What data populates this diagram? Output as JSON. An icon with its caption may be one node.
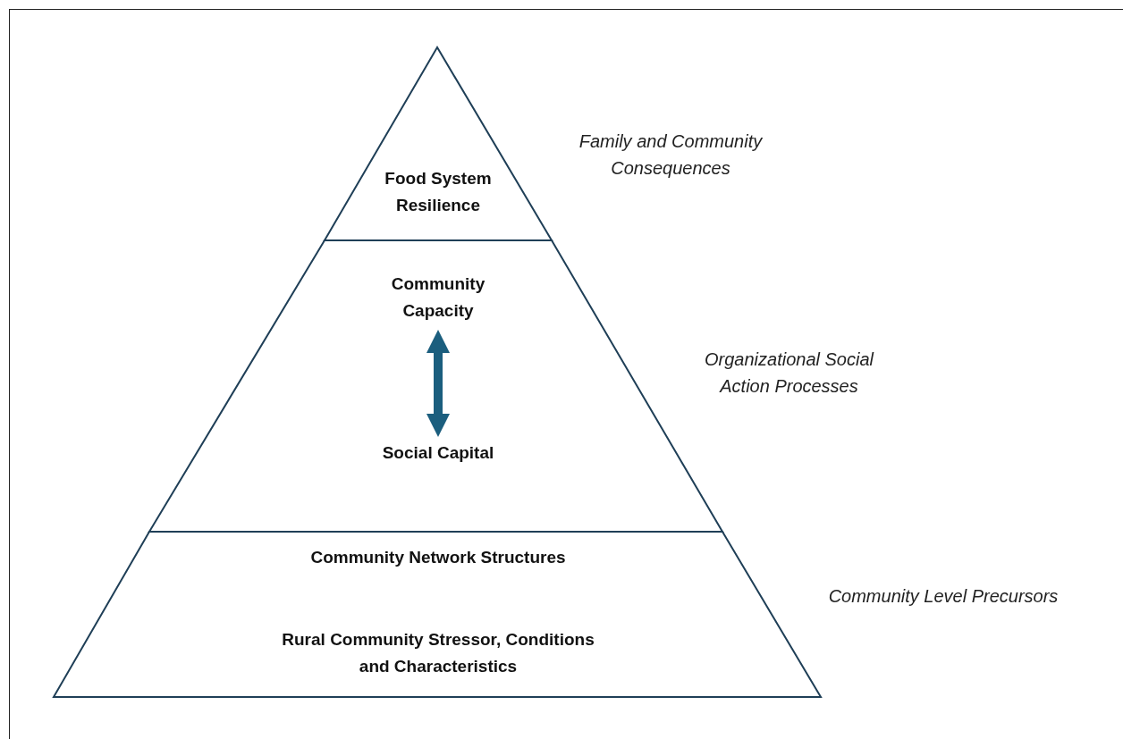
{
  "diagram": {
    "nodes": [
      {
        "text": [
          "Food System Resilience"
        ],
        "beside": [
          "Family and Community Consequences"
        ]
      },
      {
        "text": [],
        "shape": "band",
        "beside": [
          "Organizational Social Action Processes"
        ]
      },
      {
        "text": [
          "Community Capacity"
        ],
        "in": 1
      },
      {
        "text": [
          "Social Capital"
        ],
        "in": 1
      },
      {
        "text": [
          "Community Network Structures",
          "Rural Community Stressor, Conditions and Characteristics"
        ],
        "beside": [
          "Community Level Precursors"
        ]
      }
    ],
    "edges": [
      {
        "from": 2,
        "to": 3,
        "arrow": "both",
        "color": "#1b5e7e"
      }
    ]
  }
}
